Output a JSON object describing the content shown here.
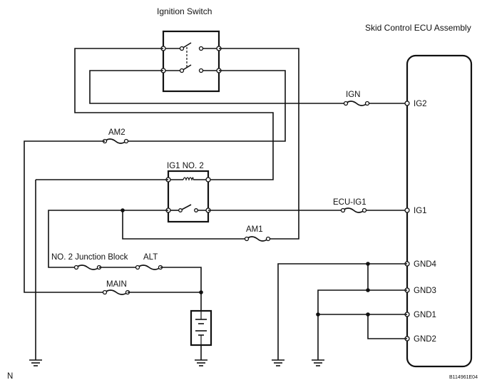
{
  "titles": {
    "ignition_switch": "Ignition Switch",
    "ecu_assembly": "Skid Control ECU Assembly"
  },
  "fuses": {
    "ign": "IGN",
    "am2": "AM2",
    "ecu_ig1": "ECU-IG1",
    "am1": "AM1",
    "alt": "ALT",
    "main": "MAIN"
  },
  "relay": {
    "label": "IG1 NO. 2"
  },
  "junction_block": {
    "label": "NO. 2 Junction Block"
  },
  "ecu_pins": {
    "ig2": "IG2",
    "ig1": "IG1",
    "gnd4": "GND4",
    "gnd3": "GND3",
    "gnd1": "GND1",
    "gnd2": "GND2"
  },
  "footer": {
    "left_mark": "N",
    "figure_code": "B114961E04"
  }
}
